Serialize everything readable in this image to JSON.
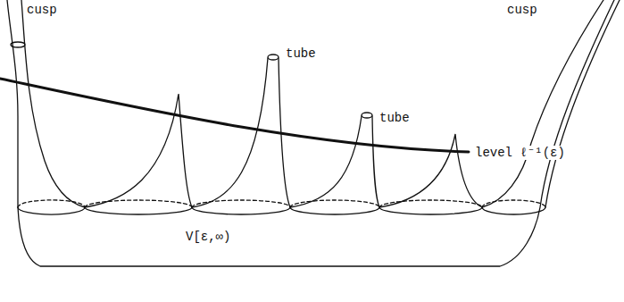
{
  "diagram": {
    "labels": [
      "cusp",
      "cusp",
      "tube",
      "tube",
      "level ℓ⁻¹(ε)",
      "V[ε,∞)"
    ]
  }
}
